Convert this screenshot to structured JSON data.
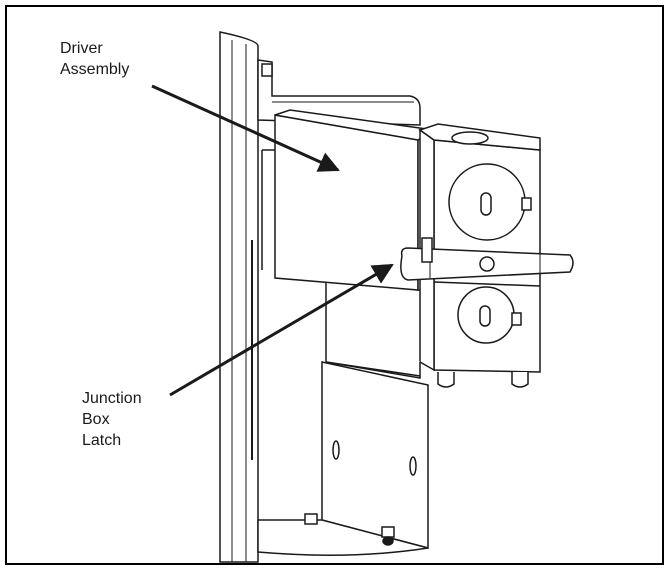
{
  "callouts": {
    "driver_assembly": {
      "lines": [
        "Driver",
        "Assembly"
      ]
    },
    "junction_box_latch": {
      "lines": [
        "Junction",
        "Box",
        "Latch"
      ]
    }
  },
  "colors": {
    "line": "#1a1a1a",
    "fill": "#ffffff",
    "border": "#000000"
  }
}
